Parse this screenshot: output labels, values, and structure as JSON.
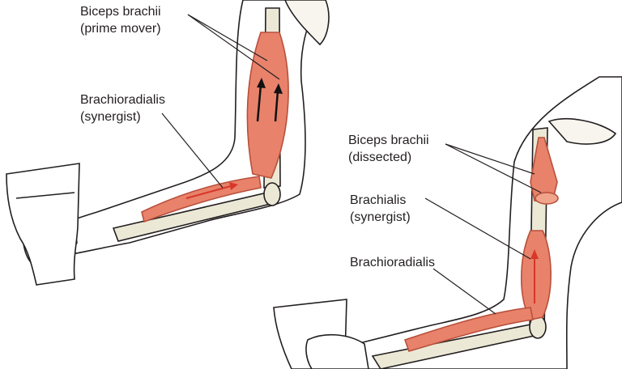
{
  "left_figure": {
    "biceps": {
      "name": "Biceps brachii",
      "role": "(prime mover)"
    },
    "brachioradialis": {
      "name": "Brachioradialis",
      "role": "(synergist)"
    }
  },
  "right_figure": {
    "biceps": {
      "name": "Biceps brachii",
      "role": "(dissected)"
    },
    "brachialis": {
      "name": "Brachialis",
      "role": "(synergist)"
    },
    "brachioradialis": {
      "name": "Brachioradialis"
    }
  },
  "colors": {
    "muscle": "#e8826a",
    "muscle_dark": "#c9553f",
    "bone": "#ece8d6",
    "outline": "#231f20",
    "arrow_red": "#d7372a"
  }
}
